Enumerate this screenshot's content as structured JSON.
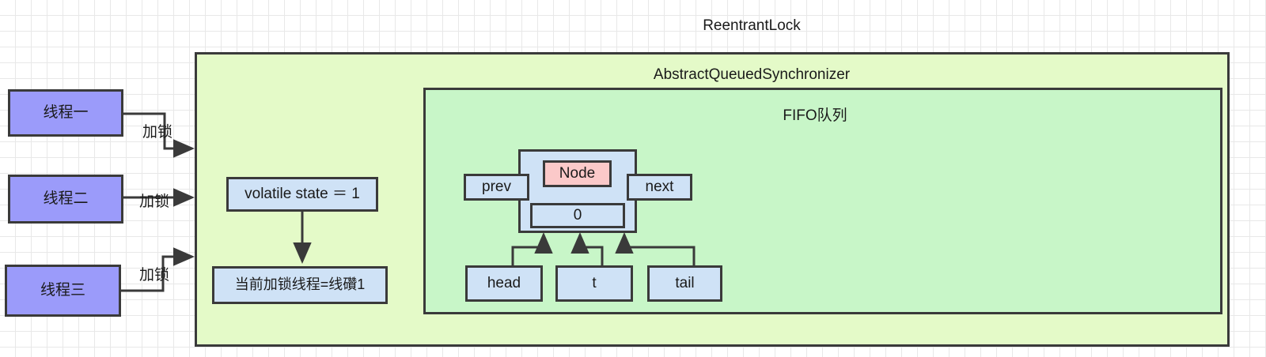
{
  "diagram": {
    "title": "ReentrantLock",
    "outer_container_label": "AbstractQueuedSynchronizer",
    "inner_container_label": "FIFO队列",
    "threads": [
      {
        "label": "线程一",
        "edge_label": "加锁"
      },
      {
        "label": "线程二",
        "edge_label": "加锁"
      },
      {
        "label": "线程三",
        "edge_label": "加锁"
      }
    ],
    "state": {
      "state_box": "volatile state ＝ 1",
      "owner_box": "当前加锁线程=线礸1"
    },
    "node": {
      "title": "Node",
      "prev": "prev",
      "next": "next",
      "value": "0"
    },
    "pointers": [
      {
        "label": "head"
      },
      {
        "label": "t"
      },
      {
        "label": "tail"
      }
    ],
    "colors": {
      "thread_fill": "#9b9bfa",
      "blue_fill": "#cfe2f6",
      "pink_fill": "#fbc9c9",
      "outer_fill": "#e4fac8",
      "inner_fill": "#c8f6c8",
      "stroke": "#3a3a3a",
      "grid": "#e8e8e8"
    }
  }
}
